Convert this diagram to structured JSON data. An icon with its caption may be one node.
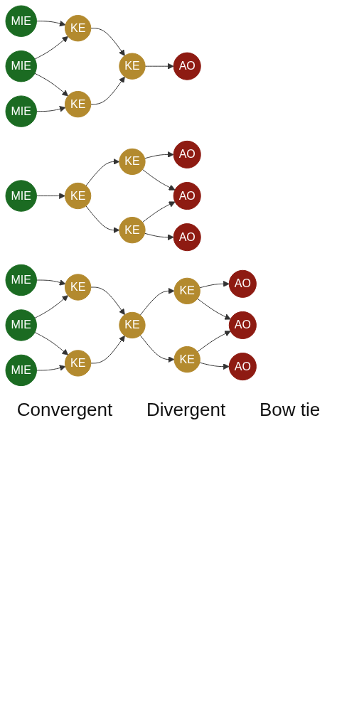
{
  "diagram": {
    "nodes": [
      {
        "text": [
          "MIE"
        ]
      },
      {
        "text": [
          "MIE"
        ]
      },
      {
        "text": [
          "MIE"
        ]
      },
      {
        "text": [
          "KE"
        ]
      },
      {
        "text": [
          "KE"
        ]
      },
      {
        "text": [
          "KE"
        ]
      },
      {
        "text": [
          "AO"
        ]
      },
      {
        "text": [
          "MIE"
        ]
      },
      {
        "text": [
          "KE"
        ]
      },
      {
        "text": [
          "KE"
        ]
      },
      {
        "text": [
          "KE"
        ]
      },
      {
        "text": [
          "AO"
        ]
      },
      {
        "text": [
          "AO"
        ]
      },
      {
        "text": [
          "AO"
        ]
      },
      {
        "text": [
          "MIE"
        ]
      },
      {
        "text": [
          "MIE"
        ]
      },
      {
        "text": [
          "MIE"
        ]
      },
      {
        "text": [
          "KE"
        ]
      },
      {
        "text": [
          "KE"
        ]
      },
      {
        "text": [
          "KE"
        ]
      },
      {
        "text": [
          "KE"
        ]
      },
      {
        "text": [
          "KE"
        ]
      },
      {
        "text": [
          "AO"
        ]
      },
      {
        "text": [
          "AO"
        ]
      },
      {
        "text": [
          "AO"
        ]
      }
    ],
    "edges": [
      {
        "from": 0,
        "to": 3,
        "arrow": "to"
      },
      {
        "from": 1,
        "to": 3,
        "arrow": "to"
      },
      {
        "from": 1,
        "to": 4,
        "arrow": "to"
      },
      {
        "from": 2,
        "to": 4,
        "arrow": "to"
      },
      {
        "from": 3,
        "to": 5,
        "arrow": "to"
      },
      {
        "from": 4,
        "to": 5,
        "arrow": "to"
      },
      {
        "from": 5,
        "to": 6,
        "arrow": "to"
      },
      {
        "from": 7,
        "to": 8,
        "arrow": "to"
      },
      {
        "from": 8,
        "to": 9,
        "arrow": "to"
      },
      {
        "from": 8,
        "to": 10,
        "arrow": "to"
      },
      {
        "from": 9,
        "to": 11,
        "arrow": "to"
      },
      {
        "from": 9,
        "to": 12,
        "arrow": "to"
      },
      {
        "from": 10,
        "to": 12,
        "arrow": "to"
      },
      {
        "from": 10,
        "to": 13,
        "arrow": "to"
      },
      {
        "from": 14,
        "to": 17,
        "arrow": "to"
      },
      {
        "from": 15,
        "to": 17,
        "arrow": "to"
      },
      {
        "from": 15,
        "to": 18,
        "arrow": "to"
      },
      {
        "from": 16,
        "to": 18,
        "arrow": "to"
      },
      {
        "from": 17,
        "to": 19,
        "arrow": "to"
      },
      {
        "from": 18,
        "to": 19,
        "arrow": "to"
      },
      {
        "from": 19,
        "to": 20,
        "arrow": "to"
      },
      {
        "from": 19,
        "to": 21,
        "arrow": "to"
      },
      {
        "from": 20,
        "to": 22,
        "arrow": "to"
      },
      {
        "from": 20,
        "to": 23,
        "arrow": "to"
      },
      {
        "from": 21,
        "to": 23,
        "arrow": "to"
      },
      {
        "from": 21,
        "to": 24,
        "arrow": "to"
      }
    ],
    "labels": [
      "Convergent",
      "Divergent",
      "Bow tie"
    ]
  }
}
